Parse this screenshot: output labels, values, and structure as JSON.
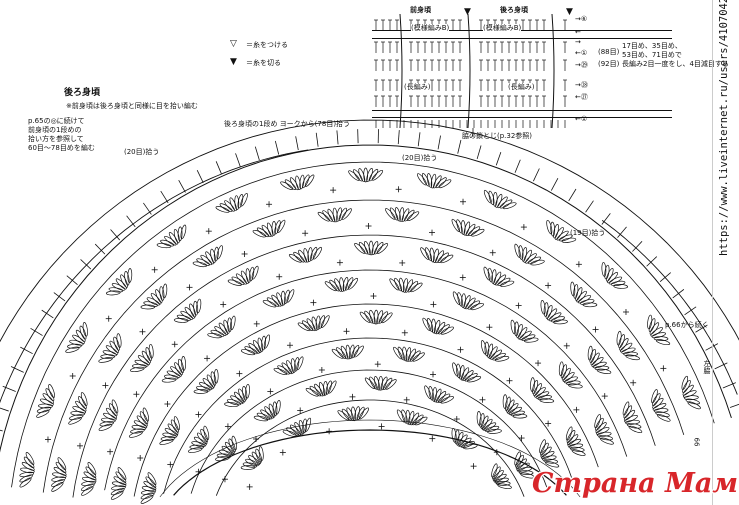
{
  "legend": {
    "attach": "＝糸をつける",
    "cut": "＝糸を切る"
  },
  "title": "後ろ身頃",
  "note": "※前身頃は後ろ身頃と同様に目を拾い編む",
  "left_note": [
    "p.65の◎に続けて",
    "前身頃の1段めの",
    "拾い方を参照して",
    "60目〜78目めを編む"
  ],
  "top_label": "後ろ身頃の1段め ヨークから(78目)拾う",
  "pick_left": "(20目)拾う",
  "pick_center": "(20目)拾う",
  "pick_right": "(19目)拾う",
  "continue_label": "p.66から続く",
  "side_label": "左脇",
  "inset": {
    "front": "前身頃",
    "back": "後ろ身頃",
    "pattern_b1": "(模様編みB)",
    "pattern_b2": "(模様編みB)",
    "dc1": "(長編み)",
    "dc2": "(長編み)",
    "rows": [
      "→⑥",
      "←",
      "→",
      "←①",
      "→㉙",
      "→㉘",
      "←㉗",
      "←①"
    ],
    "count_88": "(88目)",
    "count_92": "(92目)",
    "dec_note": [
      "17目め、35目め、",
      "53目め、71目めで",
      "長編み2目一度をし、4目減目する"
    ],
    "seam": "脇の鎖とじ(p.32参照)"
  },
  "page_number": "66",
  "watermark_url": "https://www.liveinternet.ru/users/4107042/",
  "watermark_brand": "Страна Мам . ру",
  "colors": {
    "ink": "#111111",
    "brand": "#d8262a"
  }
}
